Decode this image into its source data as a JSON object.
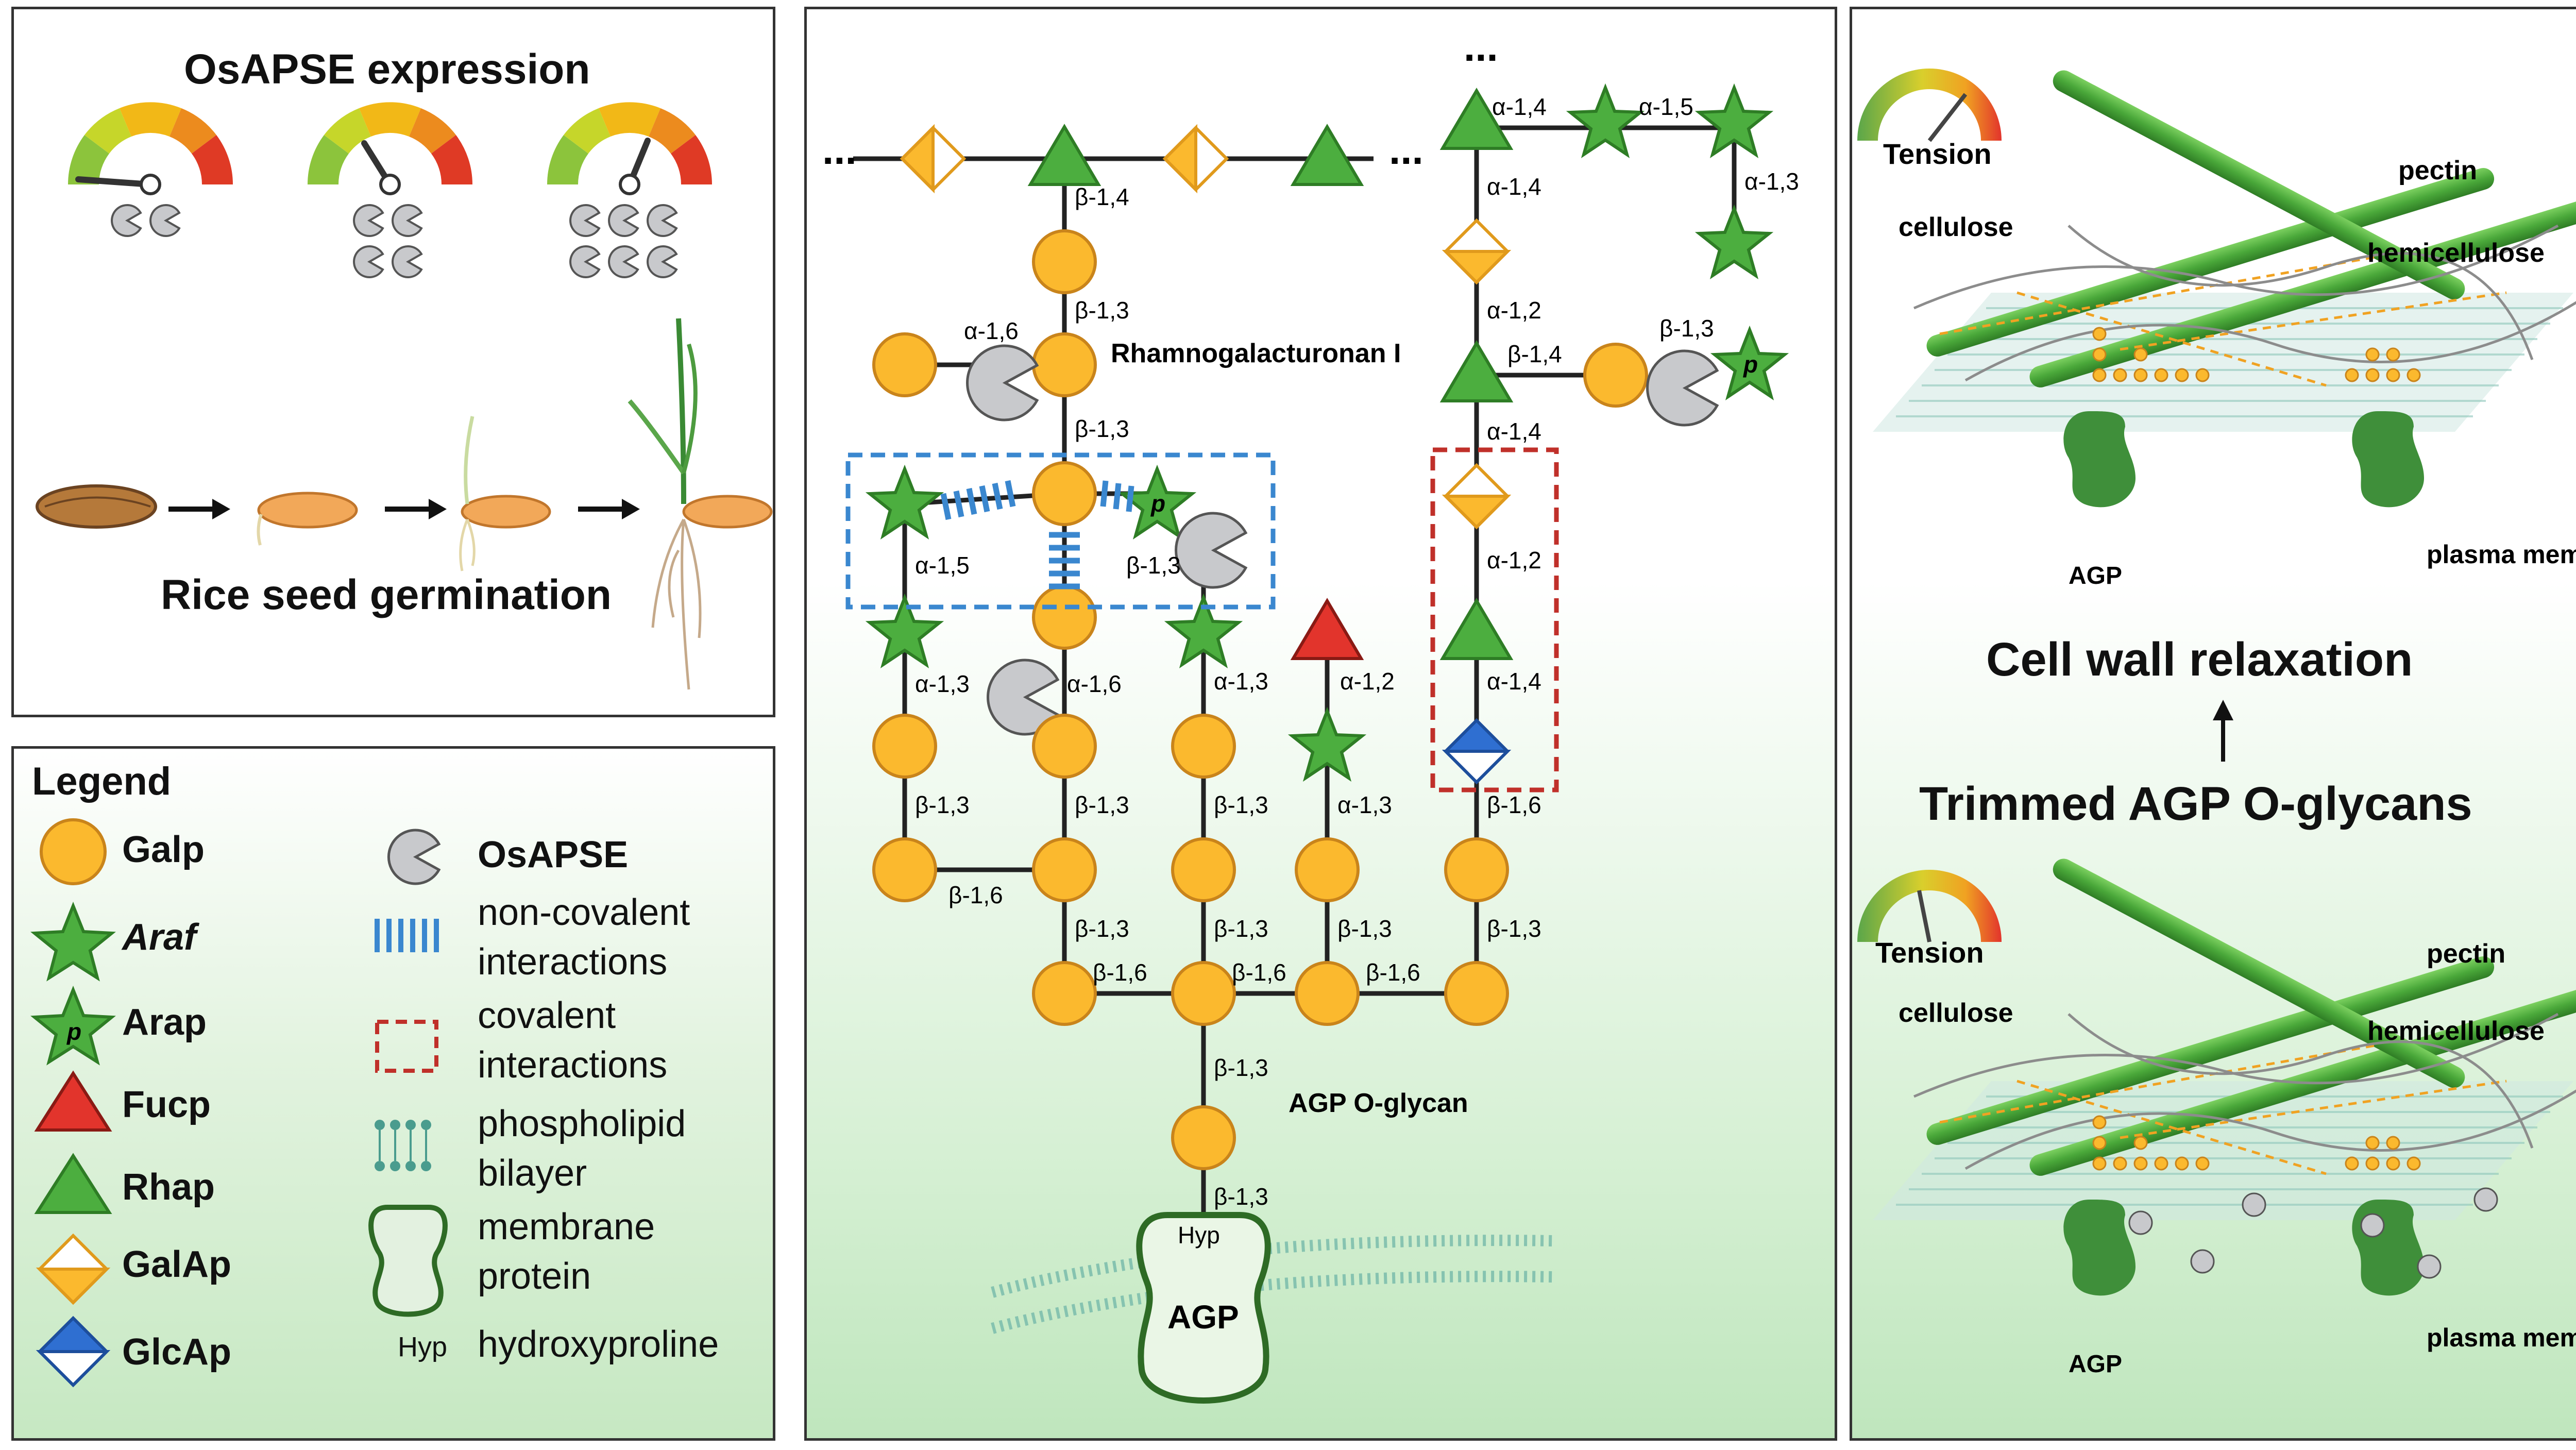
{
  "top_left": {
    "title": "OsAPSE expression",
    "subtitle": "Rice seed germination"
  },
  "legend": {
    "title": "Legend",
    "items": [
      {
        "symbol": "circle-orange",
        "label": "Galp"
      },
      {
        "symbol": "star-green",
        "label": "Araf"
      },
      {
        "symbol": "star-p",
        "label": "Arap",
        "mark": "p"
      },
      {
        "symbol": "triangle-red",
        "label": "Fucp"
      },
      {
        "symbol": "triangle-green",
        "label": "Rhap"
      },
      {
        "symbol": "diamond-orange",
        "label": "GalAp"
      },
      {
        "symbol": "diamond-blue",
        "label": "GlcAp"
      }
    ],
    "items_right": [
      {
        "symbol": "pacman",
        "label": "OsAPSE"
      },
      {
        "symbol": "stripes",
        "label": "non-covalent interactions"
      },
      {
        "symbol": "dashed-box",
        "label": "covalent interactions"
      },
      {
        "symbol": "bilayer",
        "label": "phospholipid bilayer"
      },
      {
        "symbol": "membrane-protein",
        "label": "membrane protein"
      },
      {
        "symbol": "hyp",
        "label": "hydroxyproline",
        "mark": "Hyp"
      }
    ]
  },
  "middle": {
    "rg_label": "Rhamnogalacturonan I",
    "agp_glycan_label": "AGP O-glycan",
    "agp_label": "AGP",
    "hyp_label": "Hyp",
    "ellipsis": "...",
    "linkages": {
      "b14": "β-1,4",
      "b13": "β-1,3",
      "b16": "β-1,6",
      "a16": "α-1,6",
      "a15": "α-1,5",
      "a13": "α-1,3",
      "a12": "α-1,2",
      "a14": "α-1,4"
    }
  },
  "right": {
    "tension": "Tension",
    "pectin": "pectin",
    "cellulose": "cellulose",
    "hemicellulose": "hemicellulose",
    "agp": "AGP",
    "plasma_membrane": "plasma membrane",
    "relaxation": "Cell wall relaxation",
    "trimmed": "Trimmed AGP O-glycans"
  },
  "colors": {
    "galp": "#fbb92e",
    "green": "#4cae3f",
    "dark_green": "#2e7d25",
    "fuc": "#e2342c",
    "glca": "#2f6fd1",
    "osapse": "#c8c9cc",
    "stripe": "#3a87cf",
    "dash_blue": "#3a87cf",
    "dash_red": "#c0302a"
  }
}
